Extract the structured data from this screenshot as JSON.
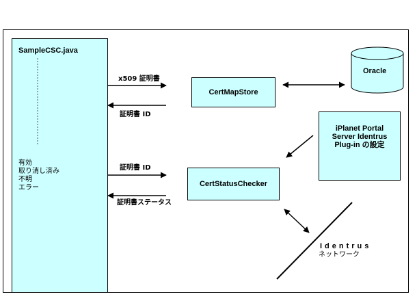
{
  "client": {
    "title": "SampleCSC.java",
    "statuses": [
      "有効",
      "取り消し済み",
      "不明",
      "エラー"
    ]
  },
  "components": {
    "certmapstore": "CertMapStore",
    "certstatuschecker": "CertStatusChecker",
    "oracle": "Oracle",
    "iplanet": [
      "iPlanet Portal",
      "Server Identrus",
      "Plug-in の設定"
    ]
  },
  "arrows": {
    "x509": "x509 証明書",
    "certid_return": "証明書 ID",
    "certid_send": "証明書 ID",
    "cert_status": "証明書ステータス"
  },
  "network": {
    "title": "Identrus",
    "subtitle": "ネットワーク"
  },
  "colors": {
    "box_fill": "#ccffff",
    "stroke": "#000000"
  }
}
